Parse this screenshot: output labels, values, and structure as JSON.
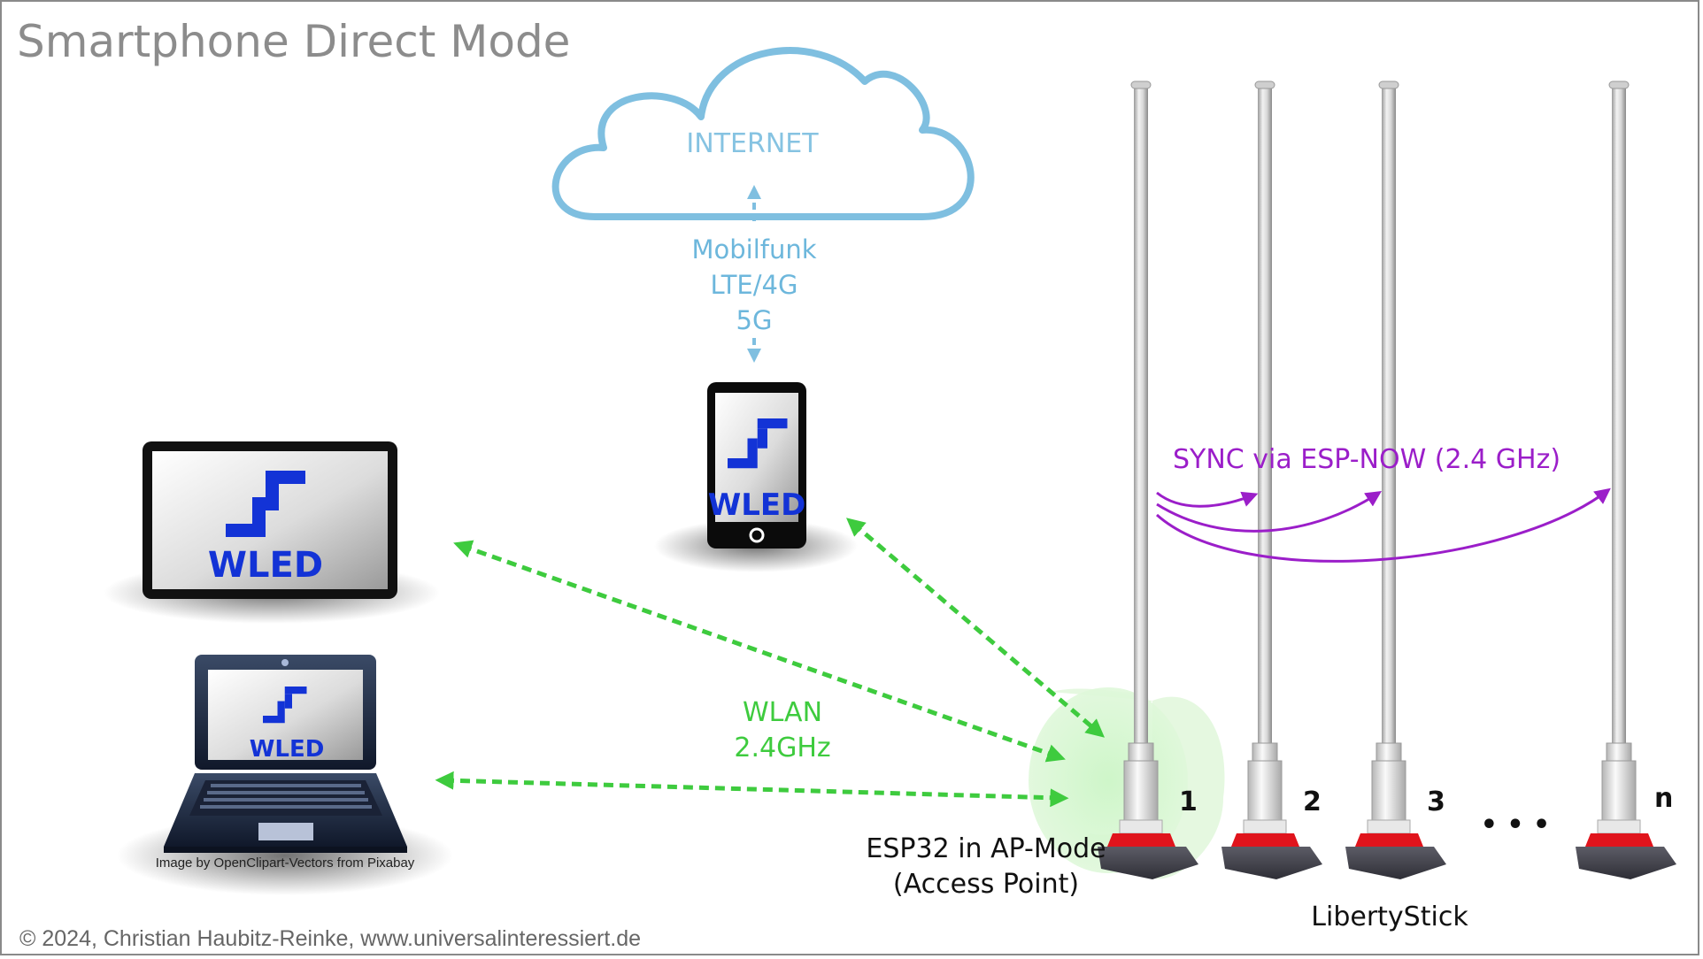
{
  "title": "Smartphone Direct Mode",
  "cloud": {
    "label": "INTERNET"
  },
  "mobile_link": {
    "lines": [
      "Mobilfunk",
      "LTE/4G",
      "5G"
    ]
  },
  "brand": {
    "wled": "WLED"
  },
  "wlan_link": {
    "lines": [
      "WLAN",
      "2.4GHz"
    ]
  },
  "sync_label": "SYNC via ESP-NOW (2.4 GHz)",
  "esp32_label": {
    "lines": [
      "ESP32 in AP-Mode",
      "(Access Point)"
    ]
  },
  "sticks": [
    {
      "label": "1"
    },
    {
      "label": "2"
    },
    {
      "label": "3"
    },
    {
      "label": "n"
    }
  ],
  "ellipsis": "• • •",
  "product_label": "LibertyStick",
  "image_credit": "Image by OpenClipart-Vectors from Pixabay",
  "copyright": "© 2024, Christian Haubitz-Reinke, www.universalinteressiert.de",
  "colors": {
    "cloud": "#7fbfe0",
    "wlan": "#3ecb3e",
    "sync": "#9b1ec9",
    "wled_logo": "#1333d6"
  },
  "icons": [
    "cloud-icon",
    "smartphone-icon",
    "tablet-icon",
    "laptop-icon",
    "led-stick-icon",
    "wled-logo-icon"
  ]
}
